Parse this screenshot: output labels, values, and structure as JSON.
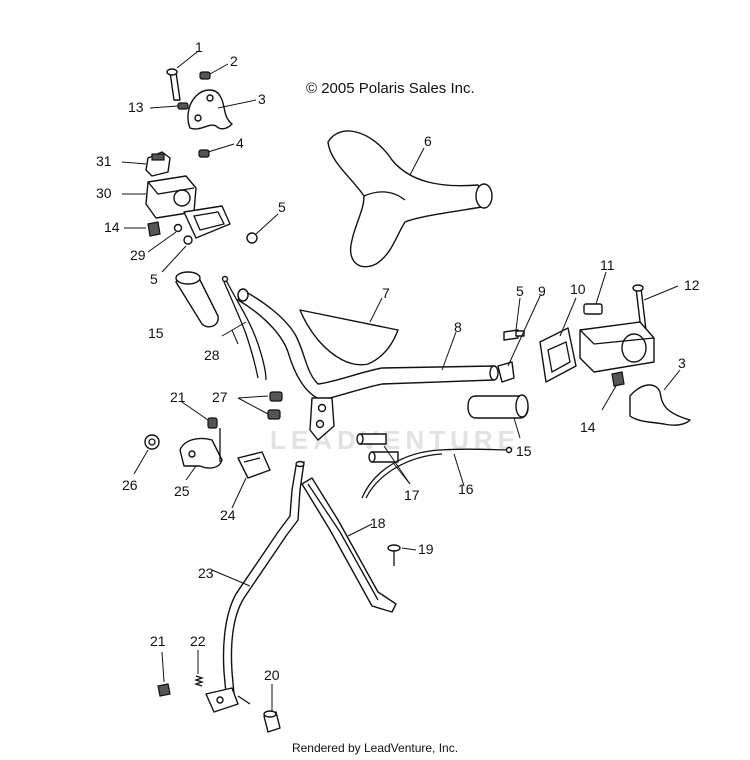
{
  "copyright": "© 2005 Polaris Sales Inc.",
  "footer": "Rendered by LeadVenture, Inc.",
  "watermark": "LEADVENTURE",
  "callouts": {
    "c1": "1",
    "c2": "2",
    "c3a": "3",
    "c3b": "3",
    "c4": "4",
    "c5a": "5",
    "c5b": "5",
    "c5c": "5",
    "c6": "6",
    "c7": "7",
    "c8": "8",
    "c9": "9",
    "c10": "10",
    "c11": "11",
    "c12": "12",
    "c13": "13",
    "c14a": "14",
    "c14b": "14",
    "c15a": "15",
    "c15b": "15",
    "c16": "16",
    "c17": "17",
    "c18": "18",
    "c19": "19",
    "c20": "20",
    "c21a": "21",
    "c21b": "21",
    "c22": "22",
    "c23": "23",
    "c24": "24",
    "c25": "25",
    "c26": "26",
    "c27": "27",
    "c28": "28",
    "c29": "29",
    "c30": "30",
    "c31": "31"
  }
}
